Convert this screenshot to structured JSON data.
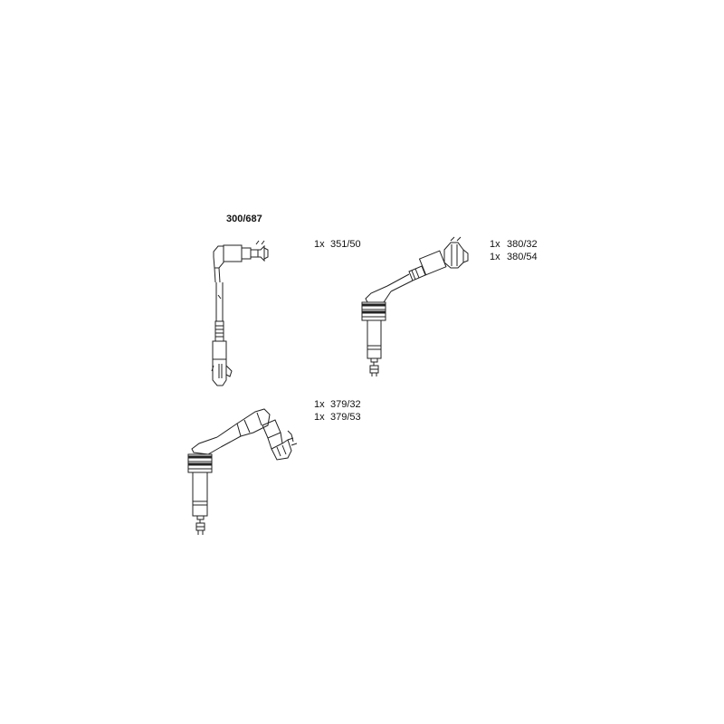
{
  "diagram": {
    "title": "300/687",
    "groups": [
      {
        "id": "top-left",
        "parts": [
          {
            "qty": "1x",
            "code": "351/50"
          }
        ]
      },
      {
        "id": "top-right",
        "parts": [
          {
            "qty": "1x",
            "code": "380/32"
          },
          {
            "qty": "1x",
            "code": "380/54"
          }
        ]
      },
      {
        "id": "bottom",
        "parts": [
          {
            "qty": "1x",
            "code": "379/32"
          },
          {
            "qty": "1x",
            "code": "379/53"
          }
        ]
      }
    ]
  }
}
